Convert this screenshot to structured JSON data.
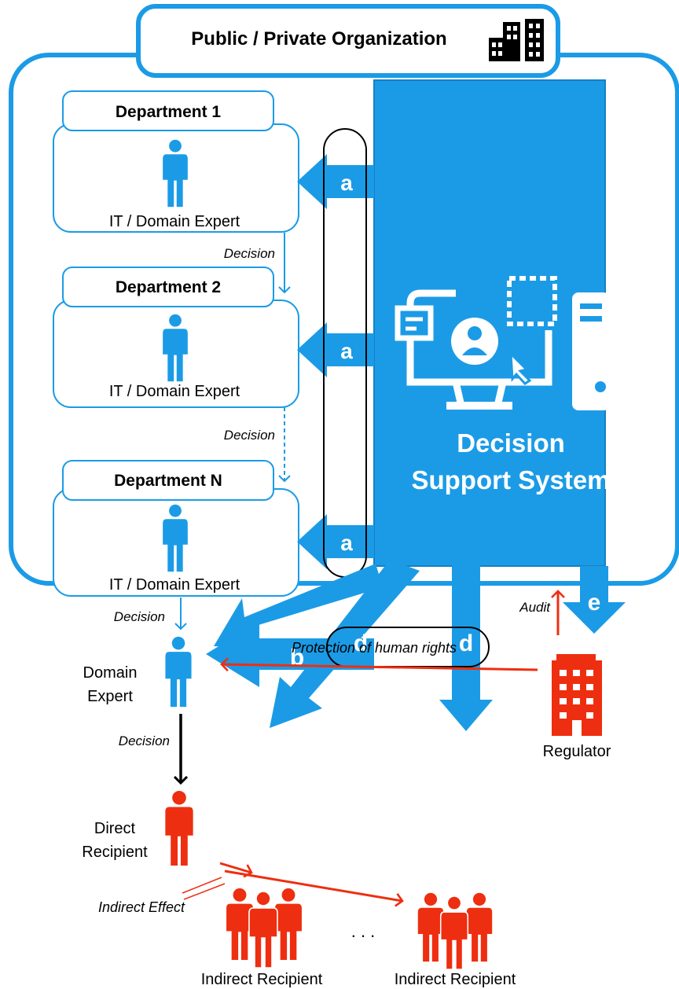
{
  "org": {
    "title": "Public / Private Organization",
    "icon": "office-building-icon"
  },
  "departments": [
    {
      "title": "Department 1",
      "role": "IT / Domain Expert"
    },
    {
      "title": "Department 2",
      "role": "IT / Domain Expert"
    },
    {
      "title": "Department N",
      "role": "IT / Domain Expert"
    }
  ],
  "decision_flow": {
    "d1_to_d2": "Decision",
    "d2_to_dn": "Decision",
    "dn_to_expert": "Decision",
    "expert_to_recipient": "Decision"
  },
  "domain_expert": {
    "line1": "Domain",
    "line2": "Expert"
  },
  "dss": {
    "line1": "Decision",
    "line2": "Support System",
    "icons": [
      "computer-monitor-icon",
      "server-tower-icon"
    ]
  },
  "arrows": {
    "a": "a",
    "b": "b",
    "c": "c",
    "d": "d",
    "e": "e"
  },
  "direct_recipient": {
    "line1": "Direct",
    "line2": "Recipient"
  },
  "indirect_effect": "Indirect Effect",
  "indirect_recipients": [
    "Indirect Recipient",
    "Indirect Recipient"
  ],
  "ellipsis": ". . .",
  "regulator": {
    "label": "Regulator",
    "audit": "Audit",
    "protection": "Protection of human rights"
  },
  "colors": {
    "blue": "#1b9be6",
    "red": "#ee2e10",
    "black": "#000000"
  }
}
